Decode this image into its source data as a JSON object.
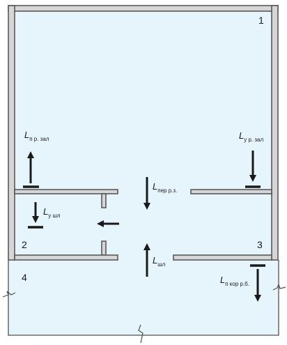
{
  "colors": {
    "background": "#e6f4fb",
    "wall_fill": "#d6d6d6",
    "wall_stroke": "#505050",
    "arrow": "#1a1a1a",
    "line": "#505050"
  },
  "rooms": {
    "r1": "1",
    "r2": "2",
    "r3": "3",
    "r4": "4"
  },
  "labels": {
    "l_pr_zal": {
      "main": "L",
      "sub": "п р. зал"
    },
    "l_u_r_zal": {
      "main": "L",
      "sub": "у р. зал"
    },
    "l_per_rz": {
      "main": "L",
      "sub": "пер р.з."
    },
    "l_u_shl": {
      "main": "L",
      "sub": "у шл"
    },
    "l_shl": {
      "main": "L",
      "sub": "шл"
    },
    "l_p_kor_rb": {
      "main": "L",
      "sub": "п кор р.б."
    }
  }
}
